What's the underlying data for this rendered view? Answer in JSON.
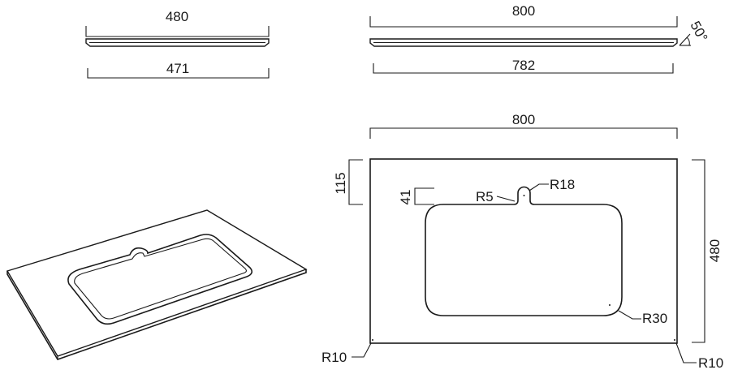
{
  "colors": {
    "stroke": "#1a1a1a",
    "background": "#ffffff"
  },
  "side_view_small": {
    "top_width": "480",
    "bottom_width": "471"
  },
  "side_view_large": {
    "top_width": "800",
    "bottom_width": "782",
    "angle": "50°"
  },
  "plan_view": {
    "width": "800",
    "height": "480",
    "offset_top": "115",
    "notch_depth": "41",
    "radius_notch_small": "R5",
    "radius_notch_large": "R18",
    "radius_basin": "R30",
    "radius_corner_left": "R10",
    "radius_corner_right": "R10"
  }
}
